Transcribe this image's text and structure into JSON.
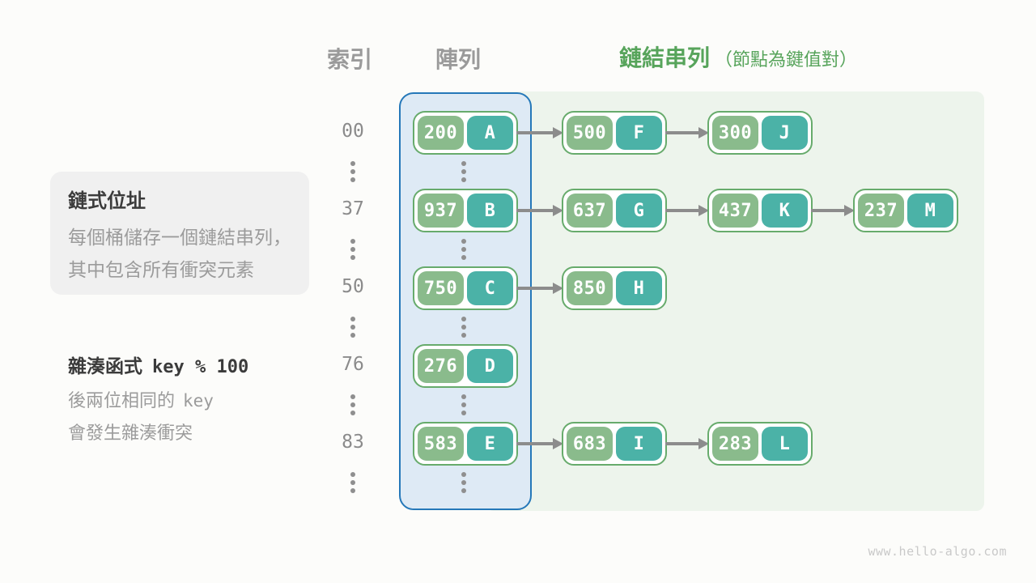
{
  "headers": {
    "index": "索引",
    "array": "陣列",
    "linked_list": "鏈結串列",
    "linked_list_note": "（節點為鍵值對）"
  },
  "info_box": {
    "title": "鏈式位址",
    "line1": "每個桶儲存一個鏈結串列，",
    "line2": "其中包含所有衝突元素"
  },
  "hash_note": {
    "label": "雜湊函式",
    "formula": "key % 100",
    "desc_line1_text": "後兩位相同的",
    "desc_line1_code": "key",
    "desc_line2": "會發生雜湊衝突"
  },
  "watermark": "www.hello-algo.com",
  "rows": [
    {
      "index": "00",
      "bucket": {
        "key": "200",
        "value": "A"
      },
      "chain": [
        {
          "key": "500",
          "value": "F"
        },
        {
          "key": "300",
          "value": "J"
        }
      ]
    },
    {
      "index": "37",
      "bucket": {
        "key": "937",
        "value": "B"
      },
      "chain": [
        {
          "key": "637",
          "value": "G"
        },
        {
          "key": "437",
          "value": "K"
        },
        {
          "key": "237",
          "value": "M"
        }
      ]
    },
    {
      "index": "50",
      "bucket": {
        "key": "750",
        "value": "C"
      },
      "chain": [
        {
          "key": "850",
          "value": "H"
        }
      ]
    },
    {
      "index": "76",
      "bucket": {
        "key": "276",
        "value": "D"
      },
      "chain": []
    },
    {
      "index": "83",
      "bucket": {
        "key": "583",
        "value": "E"
      },
      "chain": [
        {
          "key": "683",
          "value": "I"
        },
        {
          "key": "283",
          "value": "L"
        }
      ]
    }
  ],
  "colors": {
    "page_bg": "#FCFCFA",
    "key_green": "#8ABB8C",
    "value_teal": "#4BB2A7",
    "node_border": "#67AB6C",
    "header_green": "#57A45B",
    "header_gray": "#9A9A9A",
    "array_fill": "#DEEAF5",
    "array_border": "#2578B9",
    "list_fill": "#EDF4EC",
    "text_dark": "#3B3B3B",
    "text_gray": "#9B9B9B",
    "index_gray": "#8B8B8B",
    "arrow_gray": "#8C8C8C",
    "box_fill": "#F0F0F0",
    "watermark_gray": "#C9C9C9",
    "dot_gray": "#8F8F8F"
  }
}
